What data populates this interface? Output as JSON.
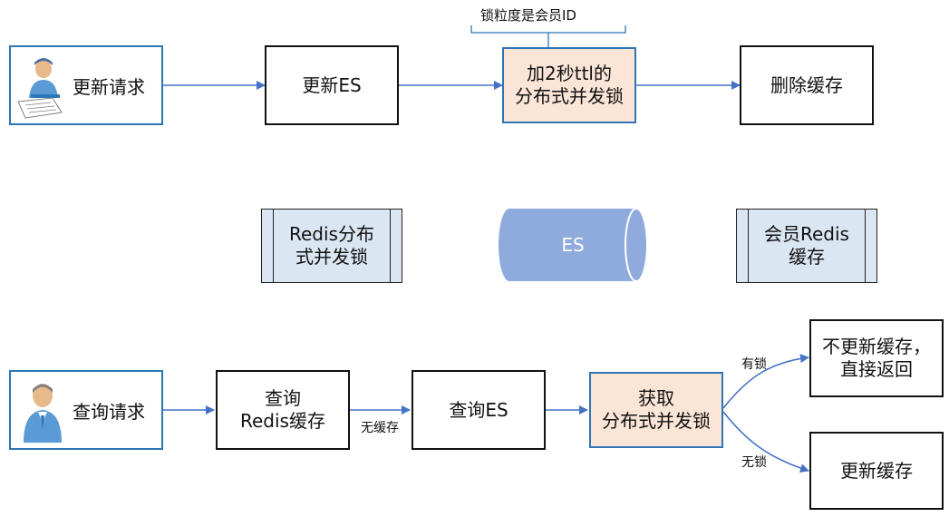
{
  "top_flow": {
    "annotation": "锁粒度是会员ID",
    "actor_label": "更新请求",
    "update_es": "更新ES",
    "lock": "加2秒ttl的\n分布式并发锁",
    "delete_cache": "删除缓存"
  },
  "stores": {
    "redis_lock": "Redis分布\n式并发锁",
    "es": "ES",
    "member_cache": "会员Redis\n缓存"
  },
  "bottom_flow": {
    "actor_label": "查询请求",
    "query_redis": "查询\nRedis缓存",
    "no_cache_label": "无缓存",
    "query_es": "查询ES",
    "acquire_lock": "获取\n分布式并发锁",
    "has_lock_label": "有锁",
    "no_lock_label": "无锁",
    "no_update": "不更新缓存，\n直接返回",
    "update_cache": "更新缓存"
  },
  "colors": {
    "arrow": "#4472c4",
    "box_blue_border": "#2e75b6",
    "lock_fill": "#fbe5d6",
    "store_fill": "#dbe6f3",
    "es_fill": "#8faadc"
  }
}
